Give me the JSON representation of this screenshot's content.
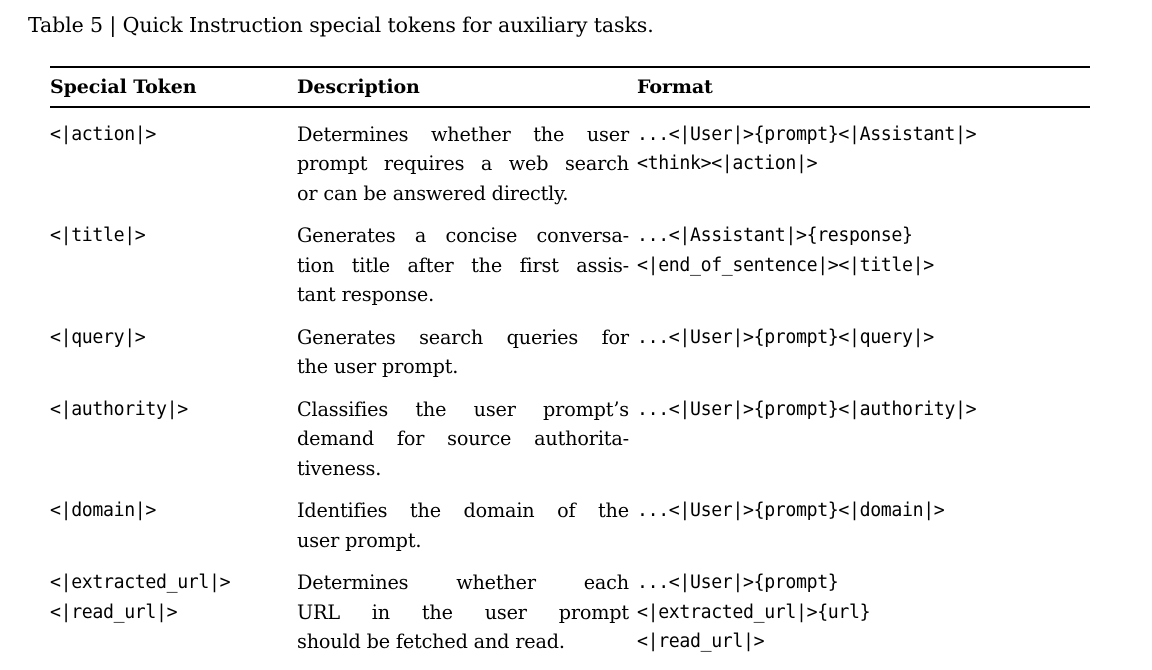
{
  "caption": "Table 5 | Quick Instruction special tokens for auxiliary tasks.",
  "table": {
    "headers": {
      "token": "Special Token",
      "description": "Description",
      "format": "Format"
    },
    "rows": [
      {
        "token_lines": [
          "<|action|>"
        ],
        "description_lines": [
          [
            "Determines",
            "whether",
            "the",
            "user"
          ],
          [
            "prompt",
            "requires",
            "a",
            "web",
            "search"
          ],
          [
            "or can be answered directly."
          ]
        ],
        "description_text": "Determines whether the user prompt requires a web search or can be answered directly.",
        "format_lines": [
          "...<|User|>{prompt}<|Assistant|>",
          "<think><|action|>"
        ]
      },
      {
        "token_lines": [
          "<|title|>"
        ],
        "description_lines": [
          [
            "Generates",
            "a",
            "concise",
            "conversa-"
          ],
          [
            "tion",
            "title",
            "after",
            "the",
            "first",
            "assis-"
          ],
          [
            "tant response."
          ]
        ],
        "description_text": "Generates a concise conversation title after the first assistant response.",
        "format_lines": [
          "...<|Assistant|>{response}",
          "<|end_of_sentence|><|title|>"
        ]
      },
      {
        "token_lines": [
          "<|query|>"
        ],
        "description_lines": [
          [
            "Generates",
            "search",
            "queries",
            "for"
          ],
          [
            "the user prompt."
          ]
        ],
        "description_text": "Generates search queries for the user prompt.",
        "format_lines": [
          "...<|User|>{prompt}<|query|>"
        ]
      },
      {
        "token_lines": [
          "<|authority|>"
        ],
        "description_lines": [
          [
            "Classifies",
            "the",
            "user",
            "prompt’s"
          ],
          [
            "demand",
            "for",
            "source",
            "authorita-"
          ],
          [
            "tiveness."
          ]
        ],
        "description_text": "Classifies the user prompt’s demand for source authoritativeness.",
        "format_lines": [
          "...<|User|>{prompt}<|authority|>"
        ]
      },
      {
        "token_lines": [
          "<|domain|>"
        ],
        "description_lines": [
          [
            "Identifies",
            "the",
            "domain",
            "of",
            "the"
          ],
          [
            "user prompt."
          ]
        ],
        "description_text": "Identifies the domain of the user prompt.",
        "format_lines": [
          "...<|User|>{prompt}<|domain|>"
        ]
      },
      {
        "token_lines": [
          "<|extracted_url|>",
          "<|read_url|>"
        ],
        "description_lines": [
          [
            "Determines",
            "whether",
            "each"
          ],
          [
            "URL",
            "in",
            "the",
            "user",
            "prompt"
          ],
          [
            "should be fetched and read."
          ]
        ],
        "description_text": "Determines whether each URL in the user prompt should be fetched and read.",
        "format_lines": [
          "...<|User|>{prompt}",
          "<|extracted_url|>{url}",
          "<|read_url|>"
        ]
      }
    ]
  }
}
